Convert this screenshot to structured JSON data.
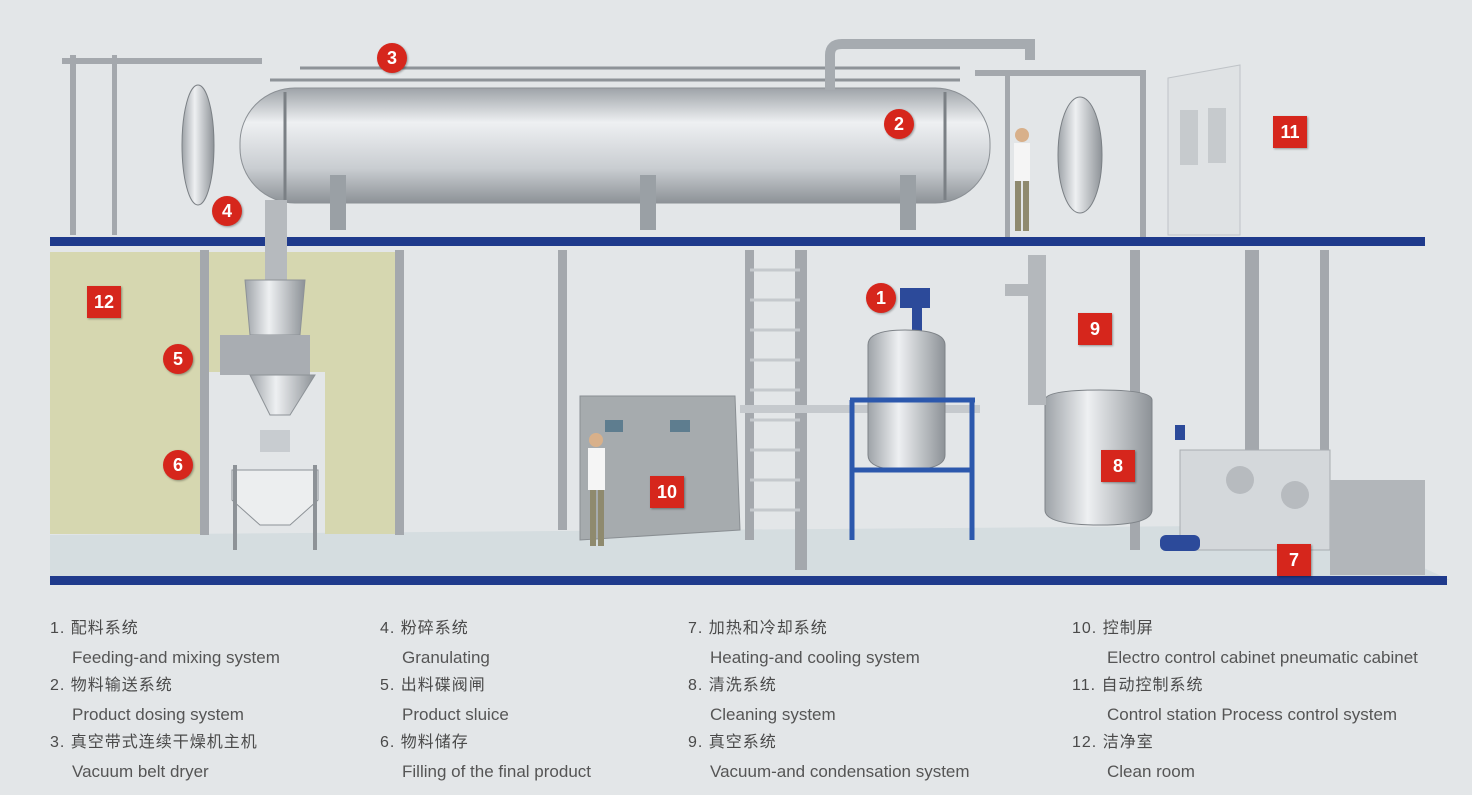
{
  "colors": {
    "background": "#e3e6e8",
    "marker": "#d6261c",
    "deck": "#1f3a8c",
    "clean_room": "#d6d7b0"
  },
  "markers": [
    "1",
    "2",
    "3",
    "4",
    "5",
    "6",
    "7",
    "8",
    "9",
    "10",
    "11",
    "12"
  ],
  "legend": {
    "columns": [
      [
        {
          "cn": "1. 配料系统",
          "en": "Feeding-and mixing system"
        },
        {
          "cn": "2. 物料输送系统",
          "en": "Product  dosing system"
        },
        {
          "cn": "3. 真空带式连续干燥机主机",
          "en": "Vacuum belt dryer"
        }
      ],
      [
        {
          "cn": "4. 粉碎系统",
          "en": "Granulating"
        },
        {
          "cn": "5. 出料碟阀闸",
          "en": "Product sluice"
        },
        {
          "cn": "6. 物料储存",
          "en": "Filling of the final product"
        }
      ],
      [
        {
          "cn": "7. 加热和冷却系统",
          "en": "Heating-and cooling system"
        },
        {
          "cn": "8. 清洗系统",
          "en": "Cleaning system"
        },
        {
          "cn": "9. 真空系统",
          "en": "Vacuum-and condensation system"
        }
      ],
      [
        {
          "cn": "10. 控制屏",
          "en": "Electro control cabinet pneumatic cabinet"
        },
        {
          "cn": "11. 自动控制系统",
          "en": "Control station  Process control system"
        },
        {
          "cn": "12. 洁净室",
          "en": "Clean room"
        }
      ]
    ]
  }
}
